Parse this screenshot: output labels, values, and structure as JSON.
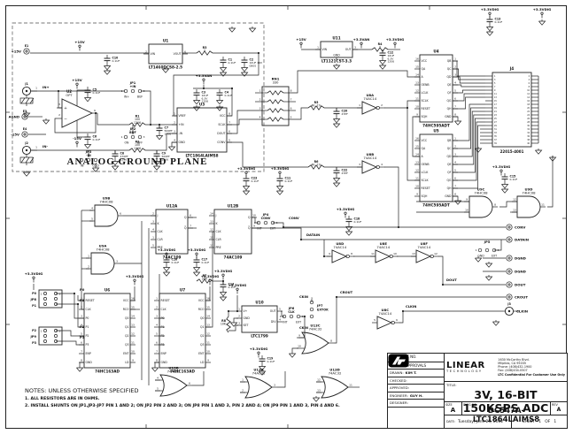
{
  "frame": {
    "analog_plane_caption": "ANALOG GROUND PLANE",
    "notes_title": "NOTES: UNLESS OTHERWISE SPECIFIED",
    "notes": [
      "1. ALL RESISTORS ARE IN OHMS.",
      "2. INSTALL SHUNTS ON JP1,JP3-JP7 PIN 1 AND 2; ON JP2 PIN 2 AND 3; ON JP8 PIN 1 AND 3, PIN 2 AND 4; ON JP9 PIN 1 AND 3, PIN 4 AND 6."
    ]
  },
  "title_block": {
    "contract_label": "CONTRACT NO.",
    "approvals_label": "APPROVALS",
    "rows": [
      {
        "label": "DRAWN:",
        "value": "KIM T."
      },
      {
        "label": "CHECKED:",
        "value": ""
      },
      {
        "label": "APPROVED:",
        "value": ""
      },
      {
        "label": "ENGINEER:",
        "value": "GUY H."
      },
      {
        "label": "DESIGNER:",
        "value": ""
      }
    ],
    "company": "LINEAR",
    "company2": "TECHNOLOGY",
    "address": [
      "1630 McCarthy Blvd.",
      "Milpitas, CA 95035",
      "Phone: (408)432-1900",
      "Fax: (408)434-0507"
    ],
    "confidential": "LTC Confidential For Customer Use Only",
    "title_label": "TITLE:",
    "title": "3V, 16-BIT 150KSPS ADC",
    "size_label": "SIZE",
    "size": "A",
    "dwg_label": "DWG NO.",
    "dwg_no": "DC547A-LTC1864LAIMS8",
    "rev_label": "REV",
    "rev": "A",
    "date_label": "DATE:",
    "date": "Tuesday, June 25, 2002",
    "sheet": "SHEET   1   OF   1"
  },
  "schematic": {
    "rails": {
      "p15": "+15V",
      "n15": "-15V",
      "van": "+3.3VAN",
      "dig": "+3.3VDIG"
    },
    "nets": {
      "inp": "IN+",
      "inn": "IN-",
      "conv": "CONV",
      "datain": "DATAIN",
      "dout": "DOUT",
      "crout": "CROUT",
      "clkin": "CLKIN",
      "ckin": "CKIN",
      "p0": "P0",
      "p1": "P1",
      "p2": "P2",
      "p3": "P3"
    },
    "ics": [
      {
        "ref": "U1",
        "part": "LT1460DCS8-2.5",
        "left": [
          {
            "n": "2",
            "name": "VIN"
          }
        ],
        "right": [
          {
            "n": "6",
            "name": "VOUT"
          }
        ]
      },
      {
        "ref": "U3",
        "part": "LTC1864LAIMS8",
        "left": [
          {
            "n": "1",
            "name": "VREF"
          },
          {
            "n": "2",
            "name": "+IN"
          },
          {
            "n": "3",
            "name": "-IN"
          },
          {
            "n": "4",
            "name": "GND"
          }
        ],
        "right": [
          {
            "n": "8",
            "name": "VCC"
          },
          {
            "n": "7",
            "name": "SCLK"
          },
          {
            "n": "6",
            "name": "DOUT"
          },
          {
            "n": "5",
            "name": "CONV"
          }
        ]
      },
      {
        "ref": "U11",
        "part": "LT1121CST-3.3",
        "left": [
          {
            "n": "1",
            "name": "VIN"
          }
        ],
        "right": [
          {
            "n": "3",
            "name": "OUT"
          }
        ]
      },
      {
        "ref": "U4",
        "part": "74HC595ADT",
        "left": [
          {
            "n": "16",
            "name": "VCC"
          },
          {
            "n": "15",
            "name": "QA"
          },
          {
            "n": "14",
            "name": "A"
          },
          {
            "n": "13",
            "name": "OENB"
          },
          {
            "n": "12",
            "name": "LCLK"
          },
          {
            "n": "11",
            "name": "SCLK"
          },
          {
            "n": "10",
            "name": "RESET"
          },
          {
            "n": "9",
            "name": "SQH"
          }
        ],
        "right": [
          {
            "n": "1",
            "name": "QB"
          },
          {
            "n": "2",
            "name": "QC"
          },
          {
            "n": "3",
            "name": "QD"
          },
          {
            "n": "4",
            "name": "QE"
          },
          {
            "n": "5",
            "name": "QF"
          },
          {
            "n": "6",
            "name": "QG"
          },
          {
            "n": "7",
            "name": "QH"
          },
          {
            "n": "8",
            "name": "GND"
          }
        ]
      },
      {
        "ref": "U5",
        "part": "74HC595ADT",
        "left": [
          {
            "n": "16",
            "name": "VCC"
          },
          {
            "n": "15",
            "name": "QA"
          },
          {
            "n": "14",
            "name": "A"
          },
          {
            "n": "13",
            "name": "OENB"
          },
          {
            "n": "12",
            "name": "LCLK"
          },
          {
            "n": "11",
            "name": "SCLK"
          },
          {
            "n": "10",
            "name": "RESET"
          },
          {
            "n": "9",
            "name": "SQH"
          }
        ],
        "right": [
          {
            "n": "1",
            "name": "QB"
          },
          {
            "n": "2",
            "name": "QC"
          },
          {
            "n": "3",
            "name": "QD"
          },
          {
            "n": "4",
            "name": "QE"
          },
          {
            "n": "5",
            "name": "QF"
          },
          {
            "n": "6",
            "name": "QG"
          },
          {
            "n": "7",
            "name": "QH"
          },
          {
            "n": "8",
            "name": "GND"
          }
        ]
      },
      {
        "ref": "U6",
        "part": "74HC163AD",
        "left": [
          {
            "n": "1",
            "name": "RESET"
          },
          {
            "n": "2",
            "name": "CLK"
          },
          {
            "n": "3",
            "name": "P0"
          },
          {
            "n": "4",
            "name": "P1"
          },
          {
            "n": "5",
            "name": "P2"
          },
          {
            "n": "6",
            "name": "P3"
          },
          {
            "n": "7",
            "name": "ENP"
          },
          {
            "n": "8",
            "name": "GND"
          }
        ],
        "right": [
          {
            "n": "16",
            "name": "VCC"
          },
          {
            "n": "15",
            "name": "RCO"
          },
          {
            "n": "14",
            "name": "Q0"
          },
          {
            "n": "13",
            "name": "Q1"
          },
          {
            "n": "12",
            "name": "Q2"
          },
          {
            "n": "11",
            "name": "Q3"
          },
          {
            "n": "10",
            "name": "ENT"
          },
          {
            "n": "9",
            "name": "LD"
          }
        ]
      },
      {
        "ref": "U7",
        "part": "74HC163AD",
        "left": [
          {
            "n": "1",
            "name": "RESET"
          },
          {
            "n": "2",
            "name": "CLK"
          },
          {
            "n": "3",
            "name": "P0"
          },
          {
            "n": "4",
            "name": "P1"
          },
          {
            "n": "5",
            "name": "P2"
          },
          {
            "n": "6",
            "name": "P3"
          },
          {
            "n": "7",
            "name": "ENP"
          },
          {
            "n": "8",
            "name": "GND"
          }
        ],
        "right": [
          {
            "n": "16",
            "name": "VCC"
          },
          {
            "n": "15",
            "name": "RCO"
          },
          {
            "n": "14",
            "name": "Q0"
          },
          {
            "n": "13",
            "name": "Q1"
          },
          {
            "n": "12",
            "name": "Q2"
          },
          {
            "n": "11",
            "name": "Q3"
          },
          {
            "n": "10",
            "name": "ENT"
          },
          {
            "n": "9",
            "name": "LD"
          }
        ]
      },
      {
        "ref": "U10",
        "part": "LTC1799",
        "left": [
          {
            "n": "1",
            "name": "V+"
          },
          {
            "n": "2",
            "name": "GND"
          },
          {
            "n": "3",
            "name": "SET"
          }
        ],
        "right": [
          {
            "n": "5",
            "name": "OUT"
          },
          {
            "n": "4",
            "name": "DIV"
          }
        ]
      },
      {
        "ref": "U12A",
        "part": "74AC109",
        "left": [
          {
            "n": "2",
            "name": "J"
          },
          {
            "n": "3",
            "name": "K"
          },
          {
            "n": "4",
            "name": "CLK"
          },
          {
            "n": "1",
            "name": "CLR"
          },
          {
            "n": "5",
            "name": "PRE"
          }
        ],
        "right": [
          {
            "n": "6",
            "name": "Q"
          },
          {
            "n": "7",
            "name": "Q̅"
          }
        ]
      },
      {
        "ref": "U12B",
        "part": "74AC109",
        "left": [
          {
            "n": "14",
            "name": "J"
          },
          {
            "n": "13",
            "name": "K"
          },
          {
            "n": "12",
            "name": "CLK"
          },
          {
            "n": "15",
            "name": "CLR"
          },
          {
            "n": "11",
            "name": "PRE"
          }
        ],
        "right": [
          {
            "n": "10",
            "name": "Q"
          },
          {
            "n": "9",
            "name": "Q̅"
          }
        ]
      }
    ],
    "gates": [
      {
        "ref": "U2",
        "part": "OPT",
        "type": "opamp",
        "in": [
          "3",
          "2"
        ],
        "out": "6"
      },
      {
        "ref": "U8A",
        "part": "74AC14",
        "type": "inv",
        "in": [
          "1"
        ],
        "out": "2"
      },
      {
        "ref": "U8B",
        "part": "74AC14",
        "type": "inv",
        "in": [
          "3"
        ],
        "out": "4"
      },
      {
        "ref": "U8C",
        "part": "74AC14",
        "type": "inv",
        "in": [
          "5"
        ],
        "out": "6"
      },
      {
        "ref": "U8D",
        "part": "74AC14",
        "type": "inv",
        "in": [
          "9"
        ],
        "out": "8"
      },
      {
        "ref": "U8E",
        "part": "74AC14",
        "type": "inv",
        "in": [
          "11"
        ],
        "out": "10"
      },
      {
        "ref": "U8F",
        "part": "74AC14",
        "type": "inv",
        "in": [
          "13"
        ],
        "out": "12"
      },
      {
        "ref": "U9A",
        "part": "74HC08",
        "type": "and",
        "in": [
          "1",
          "2"
        ],
        "out": "3"
      },
      {
        "ref": "U9B",
        "part": "74HC08",
        "type": "and",
        "in": [
          "4",
          "5"
        ],
        "out": "6"
      },
      {
        "ref": "U9C",
        "part": "74HC08",
        "type": "and",
        "in": [
          "9",
          "10"
        ],
        "out": "8"
      },
      {
        "ref": "U9D",
        "part": "74HC08",
        "type": "and",
        "in": [
          "12",
          "13"
        ],
        "out": "11"
      },
      {
        "ref": "U13A",
        "part": "74AC32",
        "type": "or",
        "in": [
          "1",
          "2"
        ],
        "out": "3"
      },
      {
        "ref": "U13B",
        "part": "74AC32",
        "type": "or",
        "in": [
          "4",
          "5"
        ],
        "out": "6"
      },
      {
        "ref": "U13C",
        "part": "74AC32",
        "type": "or",
        "in": [
          "9",
          "10"
        ],
        "out": "8"
      },
      {
        "ref": "U13D",
        "part": "74AC32",
        "type": "or",
        "in": [
          "12",
          "13"
        ],
        "out": "11"
      }
    ],
    "passives": [
      {
        "ref": "R1",
        "kind": "res",
        "val": [
          "100",
          "1206"
        ]
      },
      {
        "ref": "R2",
        "kind": "res",
        "val": [
          "100",
          "1206"
        ]
      },
      {
        "ref": "R3",
        "kind": "res",
        "val": [
          "2"
        ]
      },
      {
        "ref": "R4",
        "kind": "res",
        "val": [
          "2"
        ]
      },
      {
        "ref": "R5",
        "kind": "res",
        "val": [
          "4K, 1%"
        ]
      },
      {
        "ref": "R6",
        "kind": "res",
        "val": [
          "4K, 1%"
        ]
      },
      {
        "ref": "R7",
        "kind": "res",
        "val": [
          "20K"
        ]
      },
      {
        "ref": "R8",
        "kind": "res",
        "val": [
          "10K"
        ]
      },
      {
        "ref": "RN1",
        "kind": "rnet",
        "val": [
          "330"
        ]
      },
      {
        "ref": "C1",
        "kind": "cap",
        "val": [
          "0.1UF"
        ]
      },
      {
        "ref": "C2",
        "kind": "cap",
        "val": [
          "10UF 16V",
          "0805"
        ]
      },
      {
        "ref": "C3",
        "kind": "cap",
        "val": [
          "10UF",
          "6.3V",
          "1206"
        ]
      },
      {
        "ref": "C4",
        "kind": "cap",
        "val": [
          "0.1UF"
        ]
      },
      {
        "ref": "C5",
        "kind": "cap",
        "val": [
          "0.1UF"
        ]
      },
      {
        "ref": "C6",
        "kind": "cap",
        "val": [
          "0.1UF"
        ]
      },
      {
        "ref": "C7",
        "kind": "cap",
        "val": [
          "500PF",
          "1206"
        ]
      },
      {
        "ref": "C8",
        "kind": "cap",
        "val": [
          "470PF",
          "1206"
        ]
      },
      {
        "ref": "C9",
        "kind": "cap",
        "val": [
          "500PF",
          "1206"
        ]
      },
      {
        "ref": "C10",
        "kind": "cap",
        "val": [
          "0.1UF"
        ]
      },
      {
        "ref": "C11",
        "kind": "cap",
        "val": [
          "0.1UF"
        ]
      },
      {
        "ref": "C12",
        "kind": "cap",
        "val": [
          "10UF",
          "6.3V",
          "1206"
        ]
      },
      {
        "ref": "C13",
        "kind": "cap",
        "val": [
          "0.1UF"
        ]
      },
      {
        "ref": "C14",
        "kind": "cap",
        "val": [
          "0.1UF"
        ]
      },
      {
        "ref": "C15",
        "kind": "cap",
        "val": [
          "0.1UF"
        ]
      },
      {
        "ref": "C16",
        "kind": "cap",
        "val": [
          "0.1UF"
        ]
      },
      {
        "ref": "C17",
        "kind": "cap",
        "val": [
          "0.1UF"
        ]
      },
      {
        "ref": "C18",
        "kind": "cap",
        "val": [
          "0.1UF"
        ]
      },
      {
        "ref": "C19",
        "kind": "cap",
        "val": [
          "0.1UF"
        ]
      },
      {
        "ref": "C20",
        "kind": "cap",
        "val": [
          "47PF"
        ]
      },
      {
        "ref": "C22",
        "kind": "cap",
        "val": [
          "47PF"
        ]
      },
      {
        "ref": "C23",
        "kind": "cap",
        "val": [
          "0.1UF"
        ]
      }
    ],
    "jumpers3": [
      {
        "ref": "JP1",
        "name": "+IN",
        "opts": [
          "IN+",
          "BUF"
        ],
        "pins": [
          "1",
          "3"
        ]
      },
      {
        "ref": "JP2",
        "name": "BUF",
        "opts": [
          "ON",
          "OFF"
        ],
        "pins": [
          "1",
          "3"
        ]
      },
      {
        "ref": "JP3",
        "name": "-IN",
        "opts": [
          "IN-",
          "GND"
        ],
        "pins": [
          "1",
          "3"
        ]
      },
      {
        "ref": "JP4",
        "name": "CONV",
        "opts": [
          "INT",
          "EXT"
        ],
        "pins": [
          "1",
          "3"
        ]
      },
      {
        "ref": "JP5",
        "name": "",
        "opts": [
          "GND",
          "EXT"
        ],
        "pins": [
          "1",
          "3"
        ]
      },
      {
        "ref": "JP6",
        "name": "CLK",
        "opts": [
          "INT",
          "EXT"
        ],
        "pins": [
          "1",
          "3"
        ]
      },
      {
        "ref": "JP7",
        "name": "EXTOK",
        "opts": [],
        "pins": [
          "1",
          "3"
        ]
      }
    ],
    "jumpers2x3": [
      {
        "ref": "JP8",
        "top": "P0",
        "bot": "P1",
        "pins": [
          "1",
          "6"
        ]
      },
      {
        "ref": "JP9",
        "top": "P2",
        "bot": "P3",
        "pins": [
          "1",
          "6"
        ]
      }
    ],
    "turrets_left": [
      {
        "ref": "E1",
        "net": "+15V"
      },
      {
        "ref": "E3",
        "net": "AGND"
      },
      {
        "ref": "E4",
        "net": "-15V"
      }
    ],
    "turrets_right": [
      {
        "net": "CONV"
      },
      {
        "net": "DATAIN"
      },
      {
        "net": "DGND"
      },
      {
        "net": "DGND"
      },
      {
        "net": "DOUT"
      },
      {
        "net": "CROUT"
      }
    ],
    "bncs": [
      {
        "ref": "J1",
        "net": "IN+"
      },
      {
        "ref": "J2",
        "net": "IN-"
      },
      {
        "ref": "J3",
        "net": "CLKIN"
      }
    ],
    "j4": {
      "ref": "J4",
      "part": "22015-4001",
      "pin_count": 40
    }
  }
}
